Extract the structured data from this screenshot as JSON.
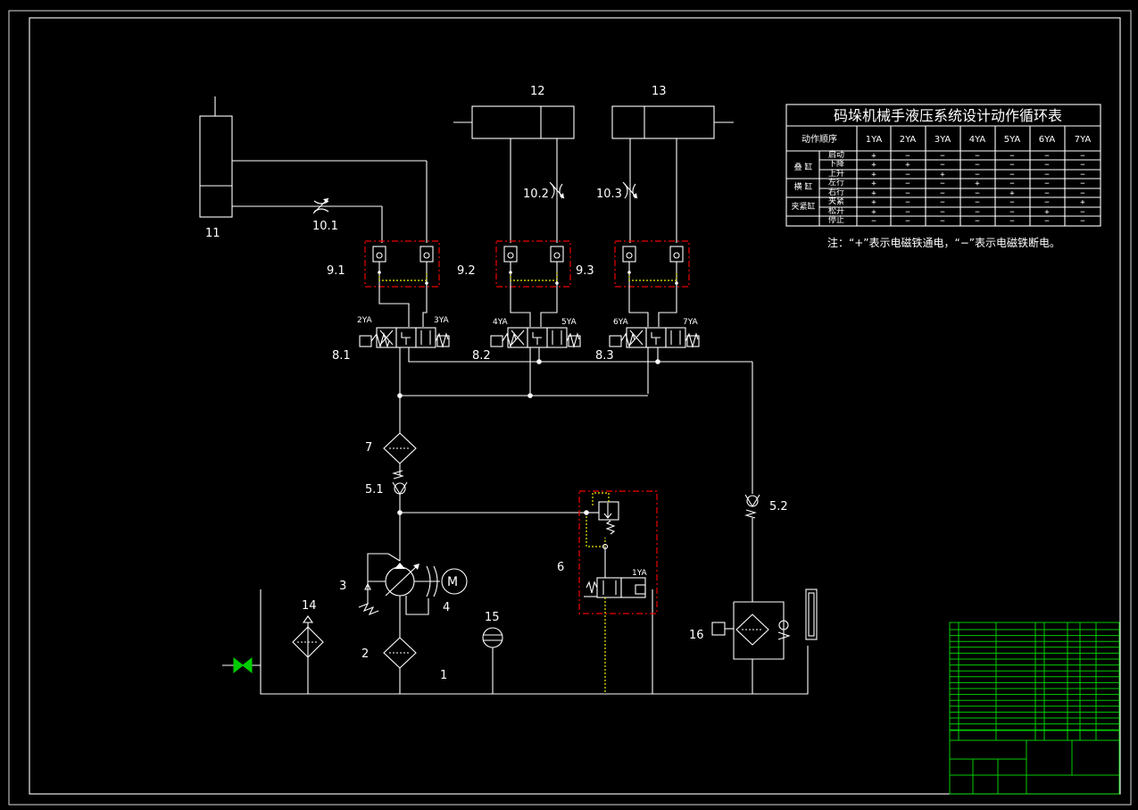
{
  "labels": {
    "c11": "11",
    "c12": "12",
    "c13": "13",
    "t101": "10.1",
    "t102": "10.2",
    "t103": "10.3",
    "v91": "9.1",
    "v92": "9.2",
    "v93": "9.3",
    "d81": "8.1",
    "d82": "8.2",
    "d83": "8.3",
    "f7": "7",
    "k51": "5.1",
    "k52": "5.2",
    "p3": "3",
    "m4": "4",
    "r6": "6",
    "f14": "14",
    "g15": "15",
    "x16": "16",
    "s2": "2",
    "n1": "1"
  },
  "solenoids": {
    "ya1": "1YA",
    "ya2": "2YA",
    "ya3": "3YA",
    "ya4": "4YA",
    "ya5": "5YA",
    "ya6": "6YA",
    "ya7": "7YA"
  },
  "cycle_table": {
    "title": "码垛机械手液压系统设计动作循环表",
    "corner": "动作顺序",
    "headers": [
      "1YA",
      "2YA",
      "3YA",
      "4YA",
      "5YA",
      "6YA",
      "7YA"
    ],
    "groups": [
      "叠 缸",
      "横 缸",
      "夹紧缸"
    ],
    "rows": [
      {
        "name": "启动",
        "vals": [
          "+",
          "−",
          "−",
          "−",
          "−",
          "−",
          "−"
        ]
      },
      {
        "name": "下降",
        "vals": [
          "+",
          "+",
          "−",
          "−",
          "−",
          "−",
          "−"
        ]
      },
      {
        "name": "上升",
        "vals": [
          "+",
          "−",
          "+",
          "−",
          "−",
          "−",
          "−"
        ]
      },
      {
        "name": "左行",
        "vals": [
          "+",
          "−",
          "−",
          "+",
          "−",
          "−",
          "−"
        ]
      },
      {
        "name": "右行",
        "vals": [
          "+",
          "−",
          "−",
          "−",
          "+",
          "−",
          "−"
        ]
      },
      {
        "name": "夹紧",
        "vals": [
          "+",
          "−",
          "−",
          "−",
          "−",
          "−",
          "+"
        ]
      },
      {
        "name": "松开",
        "vals": [
          "+",
          "−",
          "−",
          "−",
          "−",
          "+",
          "−"
        ]
      },
      {
        "name": "停止",
        "vals": [
          "−",
          "−",
          "−",
          "−",
          "−",
          "−",
          "−"
        ]
      }
    ]
  },
  "note": "注：“+”表示电磁铁通电，“−”表示电磁铁断电。",
  "colors": {
    "line": "#ffffff",
    "border": "#ffffff",
    "dash_box": "#e00000",
    "pilot": "#eeee00",
    "title_block": "#00cc00"
  }
}
